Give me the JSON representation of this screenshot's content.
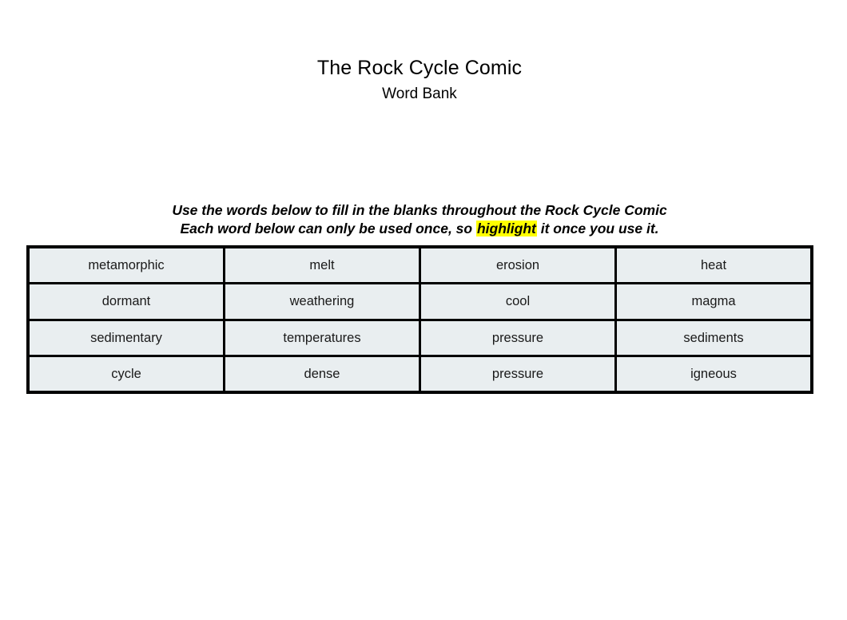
{
  "document": {
    "title": "The Rock Cycle Comic",
    "subtitle": "Word Bank"
  },
  "instructions": {
    "line1": "Use the words below to fill in the blanks throughout the Rock Cycle Comic",
    "line2_before": "Each word below can only be used once, so ",
    "line2_highlight": "highlight",
    "line2_after": " it once you use it.",
    "highlight_color": "#ffff00"
  },
  "word_bank": {
    "cell_fill_color": "#e9eef0",
    "border_color": "#000000",
    "rows": [
      [
        "metamorphic",
        "melt",
        "erosion",
        "heat"
      ],
      [
        "dormant",
        "weathering",
        "cool",
        "magma"
      ],
      [
        "sedimentary",
        "temperatures",
        "pressure",
        "sediments"
      ],
      [
        "cycle",
        "dense",
        "pressure",
        "igneous"
      ]
    ]
  }
}
